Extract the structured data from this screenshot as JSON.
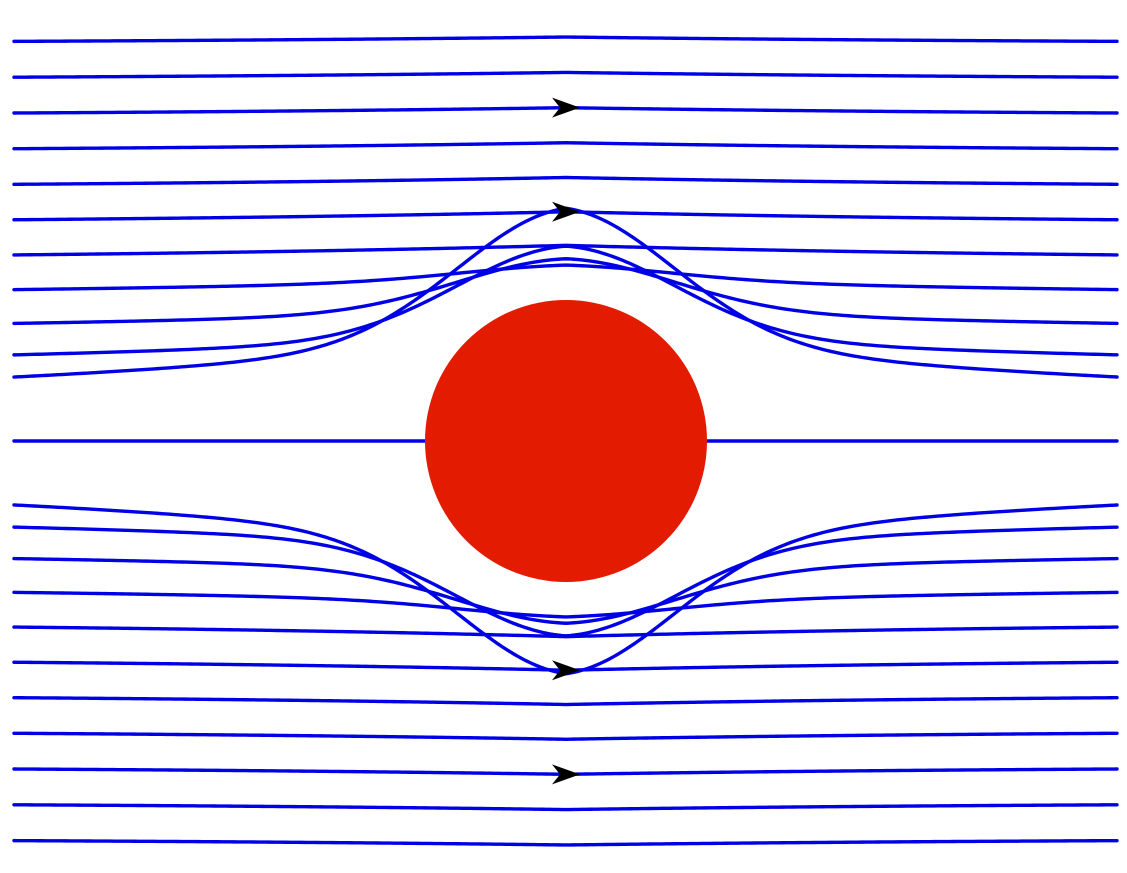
{
  "diagram": {
    "subject": "potential-flow-streamlines-around-cylinder",
    "flow_direction": "left-to-right",
    "streamline_count": 23,
    "colors": {
      "streamline": "#0000e6",
      "obstacle": "#e31b00",
      "arrow": "#000000",
      "background": "#ffffff"
    },
    "icons": {
      "obstacle": "circle",
      "direction_marker": "arrowhead-right"
    },
    "arrows_on_streamlines": [
      2,
      5,
      17,
      20
    ]
  }
}
